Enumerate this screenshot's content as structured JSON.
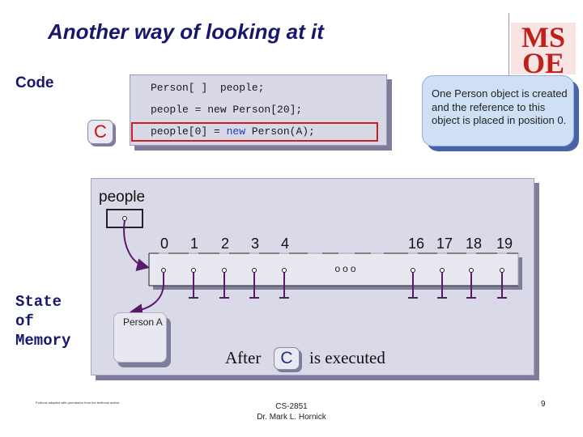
{
  "slide": {
    "title": "Another way of looking at it",
    "code_label": "Code",
    "state_label_lines": [
      "State",
      "of",
      "Memory"
    ]
  },
  "code": {
    "line1": "Person[ ]  people;",
    "line2": "people = new Person[20];",
    "line3_a": "people[0] = ",
    "line3_kw": "new",
    "line3_b": " Person(A);",
    "marker": "C"
  },
  "callout": {
    "text": "One Person object is created and the reference to this object is placed in position 0."
  },
  "logo": {
    "line1": "MS",
    "line2": "OE"
  },
  "memory": {
    "variable_label": "people",
    "indices_left": [
      "0",
      "1",
      "2",
      "3",
      "4"
    ],
    "indices_right": [
      "16",
      "17",
      "18",
      "19"
    ],
    "ellipsis": "ooo",
    "person_label": "Person A",
    "after_text": "After",
    "marker": "C",
    "executed_text": "is executed"
  },
  "footer": {
    "credit": "Portions adapted with permission from the textbook author.",
    "course_line1": "CS-2851",
    "course_line2": "Dr. Mark L. Hornick",
    "page_number": "9"
  },
  "colors": {
    "title": "#17176b",
    "panel": "#d9d9e8",
    "shadow": "#7e7e9c",
    "highlight": "#cc2020",
    "callout_fill": "#cfe0f6",
    "callout_shadow": "#4a62aa",
    "logo_red": "#c0201a",
    "pointer": "#5a1a6a"
  }
}
